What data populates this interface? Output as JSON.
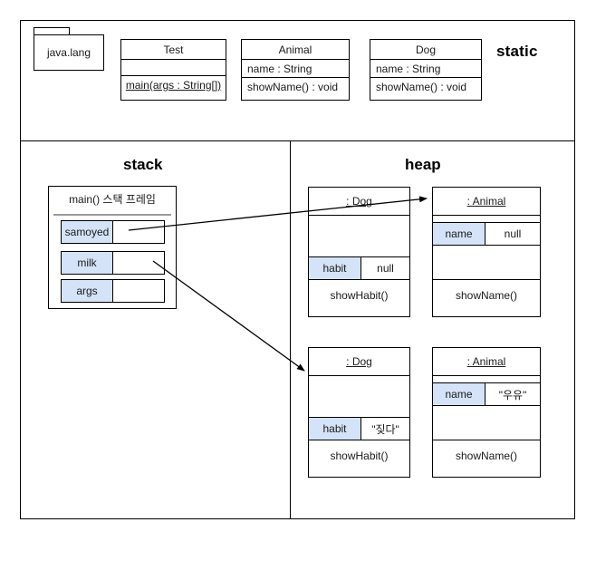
{
  "diagram": {
    "static_label": "static",
    "stack_title": "stack",
    "heap_title": "heap"
  },
  "package": {
    "name": "java.lang"
  },
  "classes": [
    {
      "name": "Test",
      "attributes": [],
      "methods": [
        "main(args : String[])"
      ],
      "method_underlined": true
    },
    {
      "name": "Animal",
      "attributes": [
        "name : String"
      ],
      "methods": [
        "showName() : void"
      ],
      "method_underlined": false
    },
    {
      "name": "Dog",
      "attributes": [
        "name : String"
      ],
      "methods": [
        "showName() : void"
      ],
      "method_underlined": false
    }
  ],
  "stack": {
    "frame_title": "main() 스택 프레임",
    "variables": [
      {
        "name": "samoyed",
        "value": ""
      },
      {
        "name": "milk",
        "value": ""
      },
      {
        "name": "args",
        "value": ""
      }
    ]
  },
  "heap": {
    "objects": [
      {
        "header": ": Dog",
        "field_name": "habit",
        "field_value": "null",
        "method": "showHabit()"
      },
      {
        "header": ": Animal",
        "field_name": "name",
        "field_value": "null",
        "method": "showName()"
      },
      {
        "header": ": Dog",
        "field_name": "habit",
        "field_value": "\"짖다\"",
        "method": "showHabit()"
      },
      {
        "header": ": Animal",
        "field_name": "name",
        "field_value": "\"우유\"",
        "method": "showName()"
      }
    ]
  },
  "colors": {
    "field_fill": "#d4e3f7",
    "border": "#000000",
    "separator": "#9b9b9b"
  }
}
